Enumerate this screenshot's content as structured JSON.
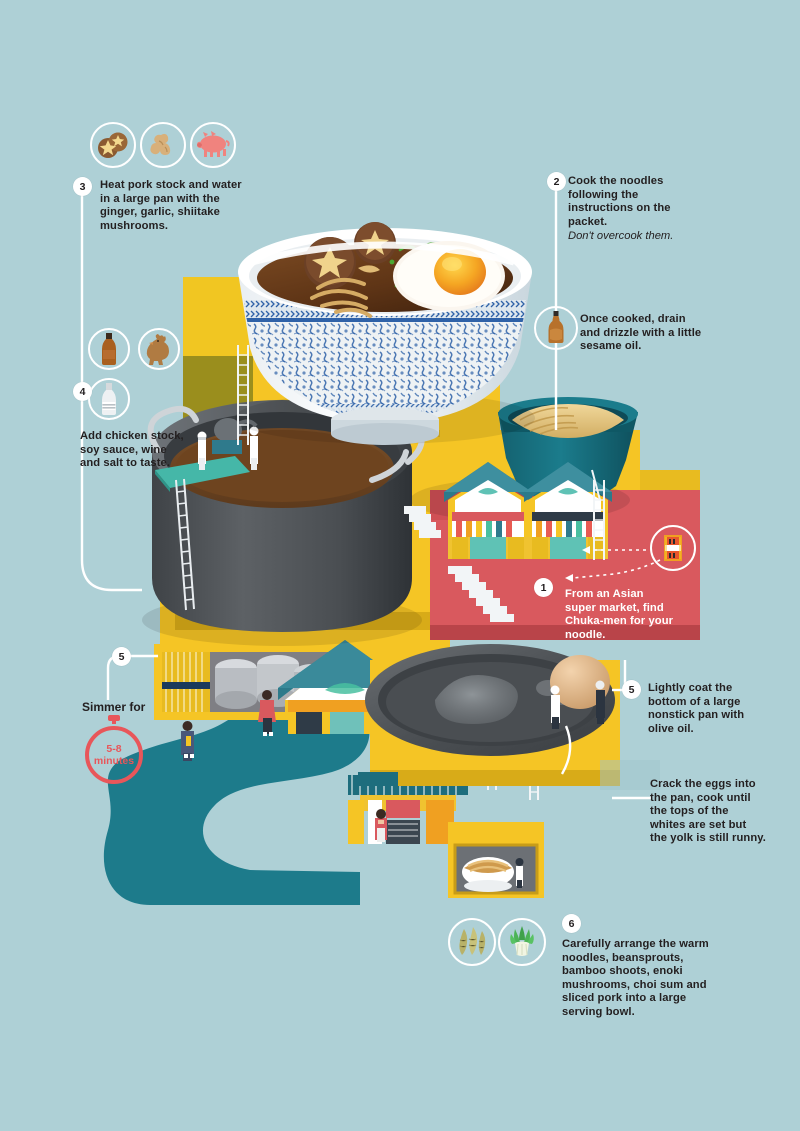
{
  "meta": {
    "title": "How to make ramen — isometric illustrated recipe",
    "background_color": "#aed0d6",
    "accent_yellow": "#f5c525",
    "accent_red": "#d9595e",
    "accent_teal": "#13697a",
    "accent_white": "#ffffff",
    "text_color": "#231f20"
  },
  "steps": [
    {
      "number": "1",
      "text": "From an Asian super market, find Chuka-men for your noodle.",
      "style": "light"
    },
    {
      "number": "2",
      "text": "Cook the noodles following the instructions on the packet.",
      "note": "Don't overcook them."
    },
    {
      "number": "3",
      "text": "Heat pork stock and water in a large pan with the ginger, garlic, shiitake mushrooms."
    },
    {
      "number": "4",
      "text": "Add chicken stock, soy sauce, wine and salt to taste."
    },
    {
      "number": "5",
      "text": "Lightly coat the bottom of a large nonstick pan with olive oil."
    },
    {
      "number": "6",
      "text": "Carefully arrange the warm noodles, beansprouts, bamboo shoots, enoki mushrooms, choi sum and sliced pork into a large serving bowl."
    }
  ],
  "callouts": [
    {
      "name": "sesame-oil",
      "text": "Once cooked, drain and drizzle with a little sesame oil."
    },
    {
      "name": "crack-eggs",
      "text": "Crack the eggs into the pan, cook until the tops of the whites are set but the yolk is still runny."
    }
  ],
  "timer": {
    "label": "Simmer for",
    "value": "5-8",
    "unit": "minutes",
    "color": "#e8565a"
  },
  "ingredient_icons": {
    "step3": [
      {
        "name": "shiitake-mushroom-icon",
        "label": "shiitake mushrooms"
      },
      {
        "name": "ginger-root-icon",
        "label": "ginger"
      },
      {
        "name": "pork-pig-icon",
        "label": "pork"
      }
    ],
    "step4": [
      {
        "name": "soy-sauce-bottle-icon",
        "label": "soy sauce"
      },
      {
        "name": "chicken-rooster-icon",
        "label": "chicken stock"
      },
      {
        "name": "wine-bottle-icon",
        "label": "wine"
      }
    ],
    "step6": [
      {
        "name": "bamboo-shoots-icon",
        "label": "bamboo shoots"
      },
      {
        "name": "choi-sum-icon",
        "label": "choi sum"
      }
    ],
    "sesame": [
      {
        "name": "sesame-oil-bottle-icon",
        "label": "sesame oil"
      }
    ],
    "noodle_packet": [
      {
        "name": "chuka-men-packet-icon",
        "label": "Chuka-men packet"
      }
    ]
  },
  "scene": {
    "ramen_bowl": "blue-and-white porcelain ramen bowl with broth, shiitake mushrooms, noodles and fried egg",
    "noodle_bowl": "teal faceted bowl of cooked noodles",
    "stock_pot": "giant grey stock pot with broth and chefs on a gangway",
    "frying_pan": "large grey nonstick frying pan with oil and chefs carrying a giant egg",
    "market": "red platform with two Asian market stalls and white staircase",
    "village": "yellow isometric blocks, teal winding path, Japanese shopfronts and kimono figures",
    "noodle_display": "yellow block containing a white bowl of noodles with a chef"
  }
}
